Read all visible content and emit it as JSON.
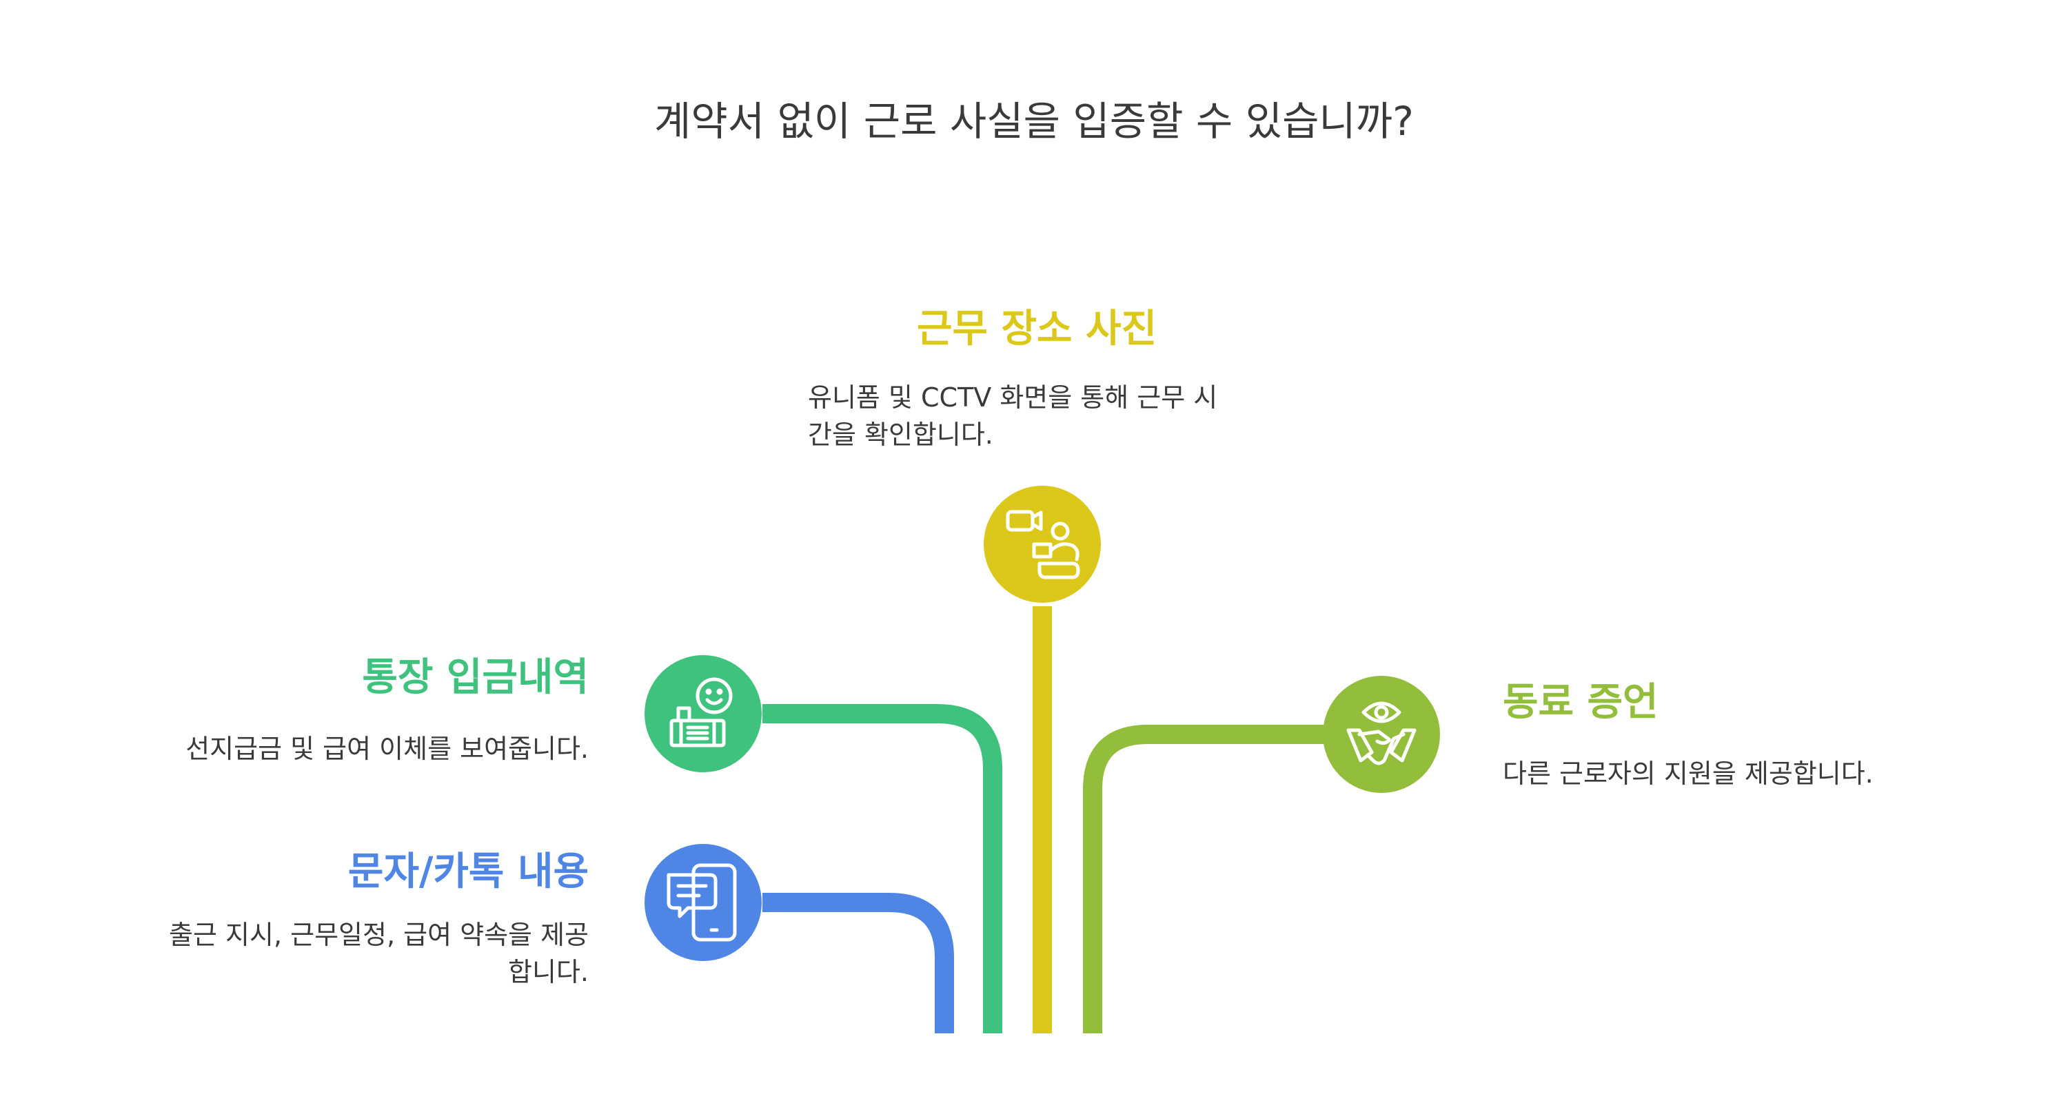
{
  "title": "계약서 없이 근로 사실을 입증할 수 있습니까?",
  "colors": {
    "photo": "#DCC81A",
    "bank": "#3FC27E",
    "message": "#4F86E6",
    "colleague": "#92BE3C",
    "text": "#3a3a3a"
  },
  "branches": {
    "photo": {
      "title": "근무 장소 사진",
      "description_line1": "유니폼 및 CCTV 화면을 통해 근무 시",
      "description_line2": "간을 확인합니다.",
      "icon": "video-call-person-icon"
    },
    "bank": {
      "title": "통장 입금내역",
      "description": "선지급금 및 급여 이체를 보여줍니다.",
      "icon": "smiley-cash-icon"
    },
    "message": {
      "title": "문자/카톡 내용",
      "description_line1": "출근 지시, 근무일정, 급여 약속을 제공",
      "description_line2": "합니다.",
      "icon": "phone-chat-icon"
    },
    "colleague": {
      "title": "동료 증언",
      "description": "다른 근로자의 지원을 제공합니다.",
      "icon": "eye-handshake-icon"
    }
  }
}
